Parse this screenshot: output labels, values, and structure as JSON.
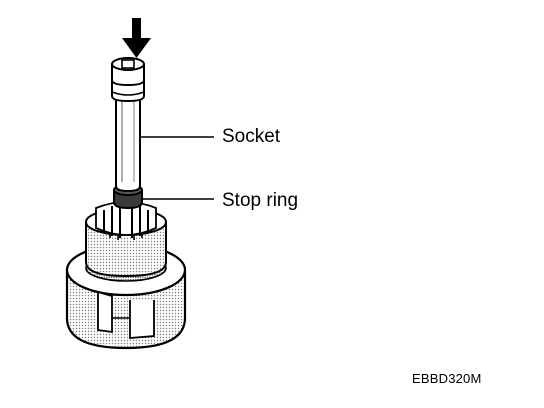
{
  "labels": {
    "socket": "Socket",
    "stop_ring": "Stop ring"
  },
  "figure_code": "EBBD320M",
  "icons": {
    "press_arrow": "down-arrow-icon"
  },
  "colors": {
    "line": "#000000",
    "background": "#ffffff",
    "shade": "#9a9a9a",
    "dark_shade": "#3a3a3a"
  }
}
